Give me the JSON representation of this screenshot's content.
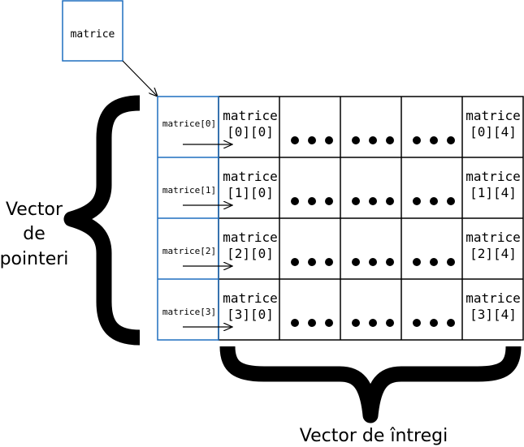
{
  "pointer_box": {
    "label": "matrice"
  },
  "row_pointers": [
    "matrice[0]",
    "matrice[1]",
    "matrice[2]",
    "matrice[3]"
  ],
  "first_column": [
    [
      "matrice",
      "[0][0]"
    ],
    [
      "matrice",
      "[1][0]"
    ],
    [
      "matrice",
      "[2][0]"
    ],
    [
      "matrice",
      "[3][0]"
    ]
  ],
  "last_column": [
    [
      "matrice",
      "[0][4]"
    ],
    [
      "matrice",
      "[1][4]"
    ],
    [
      "matrice",
      "[2][4]"
    ],
    [
      "matrice",
      "[3][4]"
    ]
  ],
  "left_label": [
    "Vector",
    "de",
    "pointeri"
  ],
  "bottom_label": "Vector de întregi",
  "colors": {
    "pointer_blue": "#1f6fbf",
    "grid": "#000000"
  }
}
